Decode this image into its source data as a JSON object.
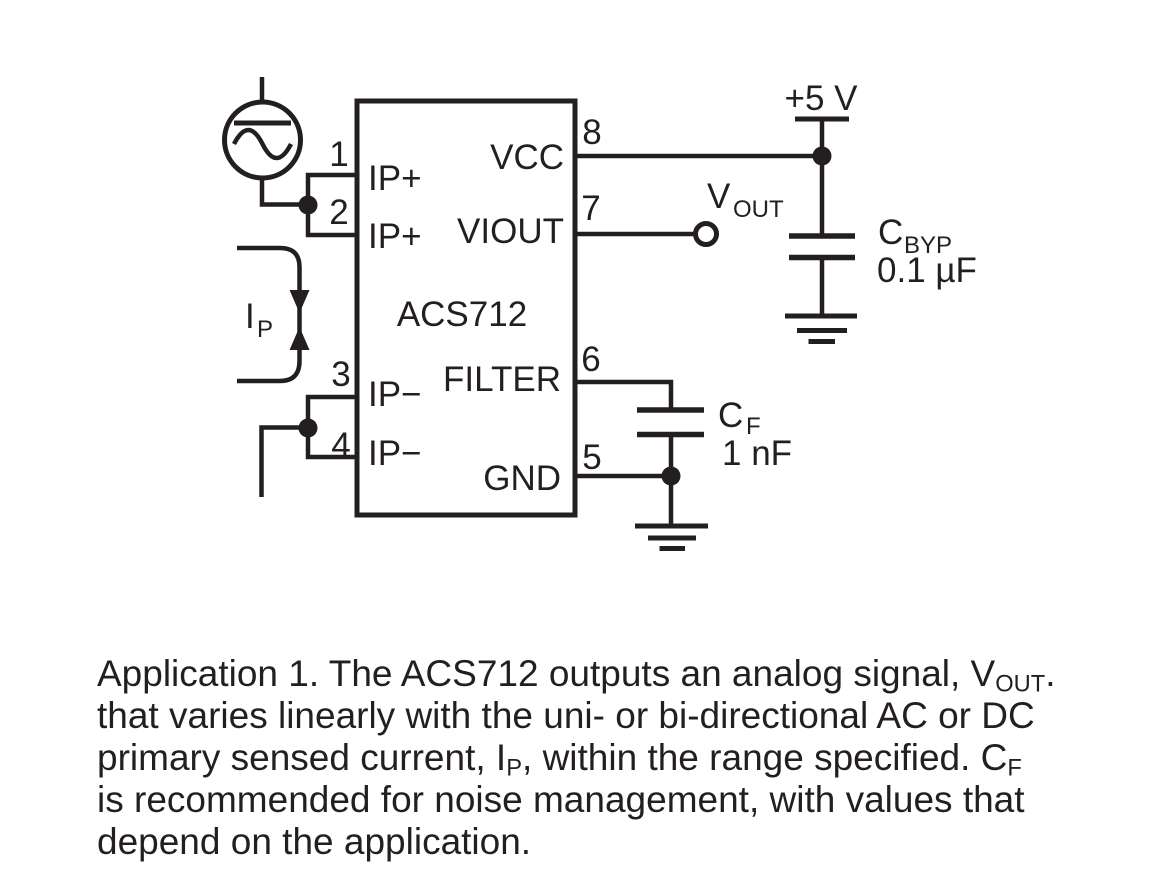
{
  "schematic": {
    "colors": {
      "ink": "#231f20",
      "background": "#ffffff"
    },
    "ic": {
      "name": "ACS712",
      "pin_numbers": {
        "p1": "1",
        "p2": "2",
        "p3": "3",
        "p4": "4",
        "p5": "5",
        "p6": "6",
        "p7": "7",
        "p8": "8"
      },
      "pin_labels": {
        "p1": "IP+",
        "p2": "IP+",
        "p3": "IP−",
        "p4": "IP−",
        "p5": "GND",
        "p6": "FILTER",
        "p7": "VIOUT",
        "p8": "VCC"
      }
    },
    "supply": {
      "label": "+5 V"
    },
    "vout": {
      "base": "V",
      "sub": "OUT"
    },
    "ip_current": {
      "base": "I",
      "sub": "P"
    },
    "cap_bypass": {
      "base": "C",
      "sub": "BYP",
      "value": "0.1 µF"
    },
    "cap_filter": {
      "base": "C",
      "sub": "F",
      "value": "1 nF"
    }
  },
  "caption": {
    "line1": {
      "a": "Application 1. The ACS712 outputs an analog signal, V",
      "sub": "OUT",
      "b": "."
    },
    "line2": {
      "a": "that varies linearly with the uni- or bi-directional AC or DC"
    },
    "line3": {
      "a": "primary sensed current, I",
      "sub1": "P",
      "b": ", within the range specified. C",
      "sub2": "F"
    },
    "line4": {
      "a": "is recommended for noise management, with values that"
    },
    "line5": {
      "a": "depend on the application."
    }
  }
}
